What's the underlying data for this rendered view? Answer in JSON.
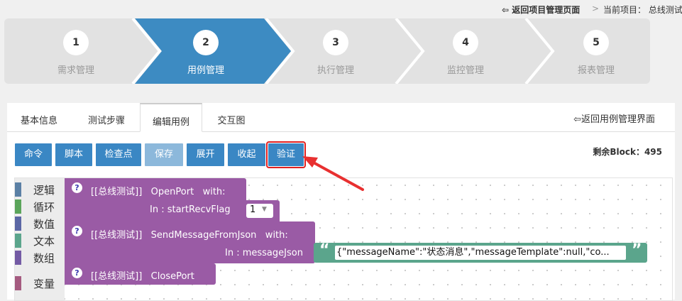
{
  "topbar": {
    "back_label": "返回项目管理页面",
    "separator": ">",
    "current_project": "当前项目：  总线测试"
  },
  "steps": [
    {
      "num": "1",
      "label": "需求管理",
      "active": false
    },
    {
      "num": "2",
      "label": "用例管理",
      "active": true
    },
    {
      "num": "3",
      "label": "执行管理",
      "active": false
    },
    {
      "num": "4",
      "label": "监控管理",
      "active": false
    },
    {
      "num": "5",
      "label": "报表管理",
      "active": false
    }
  ],
  "tabs": [
    "基本信息",
    "测试步骤",
    "编辑用例",
    "交互图"
  ],
  "active_tab": "编辑用例",
  "back_to_cases": "返回用例管理界面",
  "toolbar": {
    "command": "命令",
    "script": "脚本",
    "checkpoint": "检查点",
    "save": "保存",
    "expand": "展开",
    "collapse": "收起",
    "verify": "验证"
  },
  "remaining_block": "剩余Block：495",
  "categories": [
    {
      "label": "逻辑",
      "color": "#5b80a5"
    },
    {
      "label": "循环",
      "color": "#5ba55b"
    },
    {
      "label": "数值",
      "color": "#5b67a5"
    },
    {
      "label": "文本",
      "color": "#5ba58c"
    },
    {
      "label": "数组",
      "color": "#745ba5"
    },
    {
      "label": "变量",
      "color": "#a55b80"
    }
  ],
  "blocks": {
    "open_port": {
      "title": "[[总线测试]]   OpenPort   with:",
      "param_label": "In : startRecvFlag",
      "param_value": "1"
    },
    "send_message": {
      "title": "[[总线测试]]   SendMessageFromJson   with:",
      "param_label": "In : messageJson",
      "string_value": "{\"messageName\":\"状态消息\",\"messageTemplate\":null,\"co..."
    },
    "close_port": {
      "title": "[[总线测试]]   ClosePort"
    }
  },
  "colors": {
    "accent": "#3a87c4",
    "highlight": "#e02020",
    "block": "#9a5ba5",
    "text_block": "#5ba58c"
  },
  "icons": {
    "back": "back-arrow-icon",
    "help": "help-icon",
    "quote": "quote-icon",
    "dropdown": "chevron-down-icon"
  }
}
